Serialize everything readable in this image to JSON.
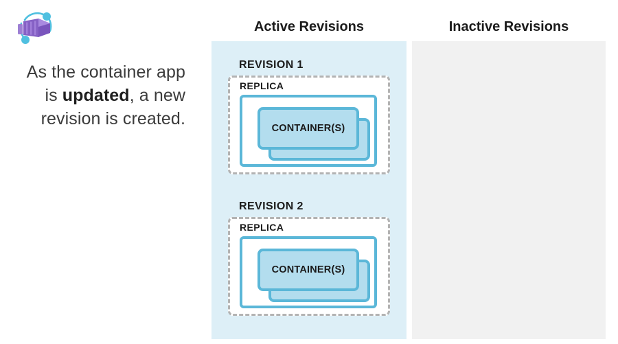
{
  "left": {
    "logo_name": "azure-container-apps-logo",
    "caption_prefix": "As the container app is ",
    "caption_emphasis": "updated",
    "caption_suffix": ", a new revision is created."
  },
  "columns": {
    "active_heading": "Active Revisions",
    "inactive_heading": "Inactive Revisions"
  },
  "active_revisions": [
    {
      "revision_label": "REVISION 1",
      "replica_label": "REPLICA",
      "container_label": "CONTAINER(S)"
    },
    {
      "revision_label": "REVISION 2",
      "replica_label": "REPLICA",
      "container_label": "CONTAINER(S)"
    }
  ],
  "inactive_revisions": [],
  "colors": {
    "active_panel_bg": "#ddeff7",
    "inactive_panel_bg": "#f1f1f1",
    "container_fill": "#b3ddee",
    "container_border": "#5bb7d8",
    "replica_dash_border": "#b3b3b3",
    "logo_purple": "#8661c5",
    "logo_accent": "#50c0e0",
    "text_color": "#1b1b1b"
  }
}
